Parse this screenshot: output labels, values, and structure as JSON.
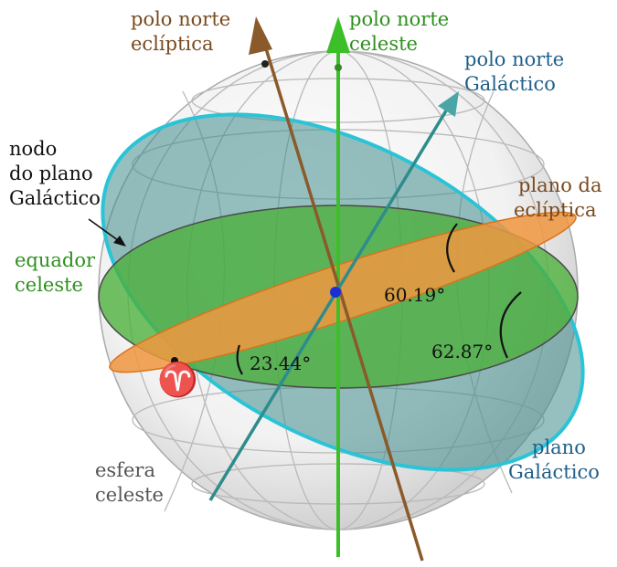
{
  "colors": {
    "ecliptic": "#7a4a1e",
    "celestial": "#2f8f1f",
    "galactic": "#1f5f8a",
    "gray": "#555555",
    "celestial_axis": "#3dbf2a",
    "ecliptic_plane": "#f0963f",
    "equator_plane": "#4caf3a",
    "galactic_plane": "#3f8c8c",
    "galactic_rim": "#2ac4d6"
  },
  "labels": {
    "ecliptic_pole": [
      "polo norte",
      "eclíptica"
    ],
    "celestial_pole": [
      "polo norte",
      "celeste"
    ],
    "galactic_pole": [
      "polo norte",
      "Galáctico"
    ],
    "galactic_node": [
      "nodo",
      "do plano",
      "Galáctico"
    ],
    "ecliptic_plane": [
      "plano da",
      "eclíptica"
    ],
    "celestial_equator": [
      "equador",
      "celeste"
    ],
    "galactic_plane": [
      "plano",
      "Galáctico"
    ],
    "celestial_sphere": [
      "esfera",
      "celeste"
    ]
  },
  "angles": {
    "ecliptic_equator": "23.44°",
    "galactic_ecliptic": "60.19°",
    "galactic_equator": "62.87°"
  },
  "symbols": {
    "vernal_equinox": "♈"
  },
  "icons": {
    "vernal_equinox": "aries-icon"
  }
}
